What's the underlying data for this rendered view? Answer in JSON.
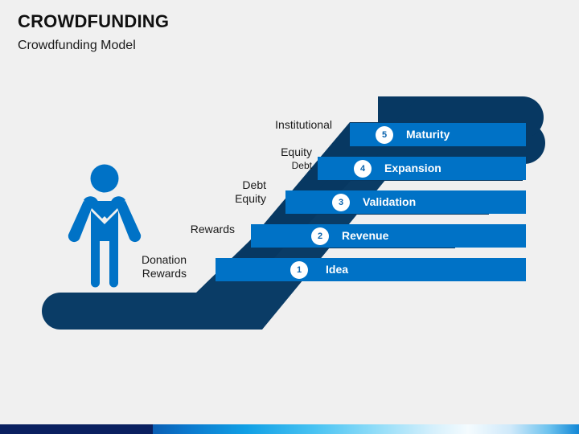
{
  "header": {
    "title": "CROWDFUNDING",
    "subtitle": "Crowdfunding Model"
  },
  "colors": {
    "background": "#f0f0f0",
    "step_blue": "#0072c6",
    "ramp_navy": "#073862",
    "base_navy": "#0a3c66",
    "figure_blue": "#0072c6",
    "circle_fill": "#ffffff",
    "circle_text": "#0a63ad",
    "title_text": "#111111",
    "strip_navy": "#0a2060"
  },
  "figure": {
    "name": "person-icon",
    "description": "crowd-person"
  },
  "steps": [
    {
      "number": "1",
      "label": "Idea"
    },
    {
      "number": "2",
      "label": "Revenue"
    },
    {
      "number": "3",
      "label": "Validation"
    },
    {
      "number": "4",
      "label": "Expansion"
    },
    {
      "number": "5",
      "label": "Maturity"
    }
  ],
  "funding_labels": [
    {
      "lines": [
        "Donation",
        "Rewards"
      ],
      "sizes": [
        "big",
        "big"
      ]
    },
    {
      "lines": [
        "Rewards"
      ],
      "sizes": [
        "big"
      ]
    },
    {
      "lines": [
        "Debt",
        "Equity"
      ],
      "sizes": [
        "big",
        "big"
      ]
    },
    {
      "lines": [
        "Equity",
        "Debt"
      ],
      "sizes": [
        "big",
        "small"
      ]
    },
    {
      "lines": [
        "Institutional"
      ],
      "sizes": [
        "big"
      ]
    }
  ]
}
